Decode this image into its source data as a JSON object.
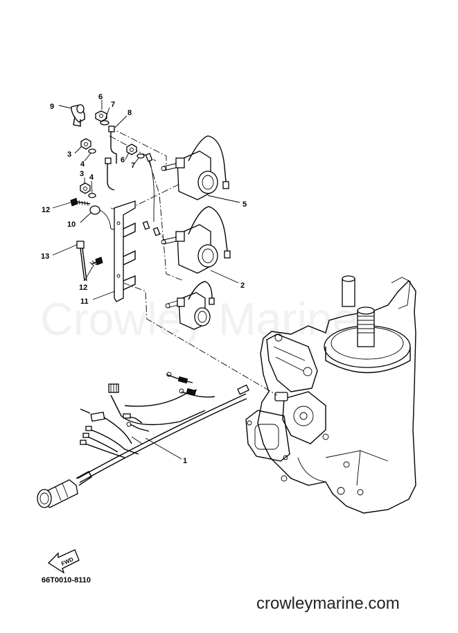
{
  "watermark": "Crowley Marine",
  "site_url": "crowleymarine.com",
  "part_code": "66T0010-8110",
  "fwd_label": "FWD",
  "callouts": [
    {
      "id": "c9",
      "label": "9"
    },
    {
      "id": "c6a",
      "label": "6"
    },
    {
      "id": "c7a",
      "label": "7"
    },
    {
      "id": "c8",
      "label": "8"
    },
    {
      "id": "c3a",
      "label": "3"
    },
    {
      "id": "c4a",
      "label": "4"
    },
    {
      "id": "c6b",
      "label": "6"
    },
    {
      "id": "c7b",
      "label": "7"
    },
    {
      "id": "c3b",
      "label": "3"
    },
    {
      "id": "c4b",
      "label": "4"
    },
    {
      "id": "c12a",
      "label": "12"
    },
    {
      "id": "c10",
      "label": "10"
    },
    {
      "id": "c5",
      "label": "5"
    },
    {
      "id": "c13",
      "label": "13"
    },
    {
      "id": "c12b",
      "label": "12"
    },
    {
      "id": "c2",
      "label": "2"
    },
    {
      "id": "c11",
      "label": "11"
    },
    {
      "id": "c1",
      "label": "1"
    }
  ]
}
